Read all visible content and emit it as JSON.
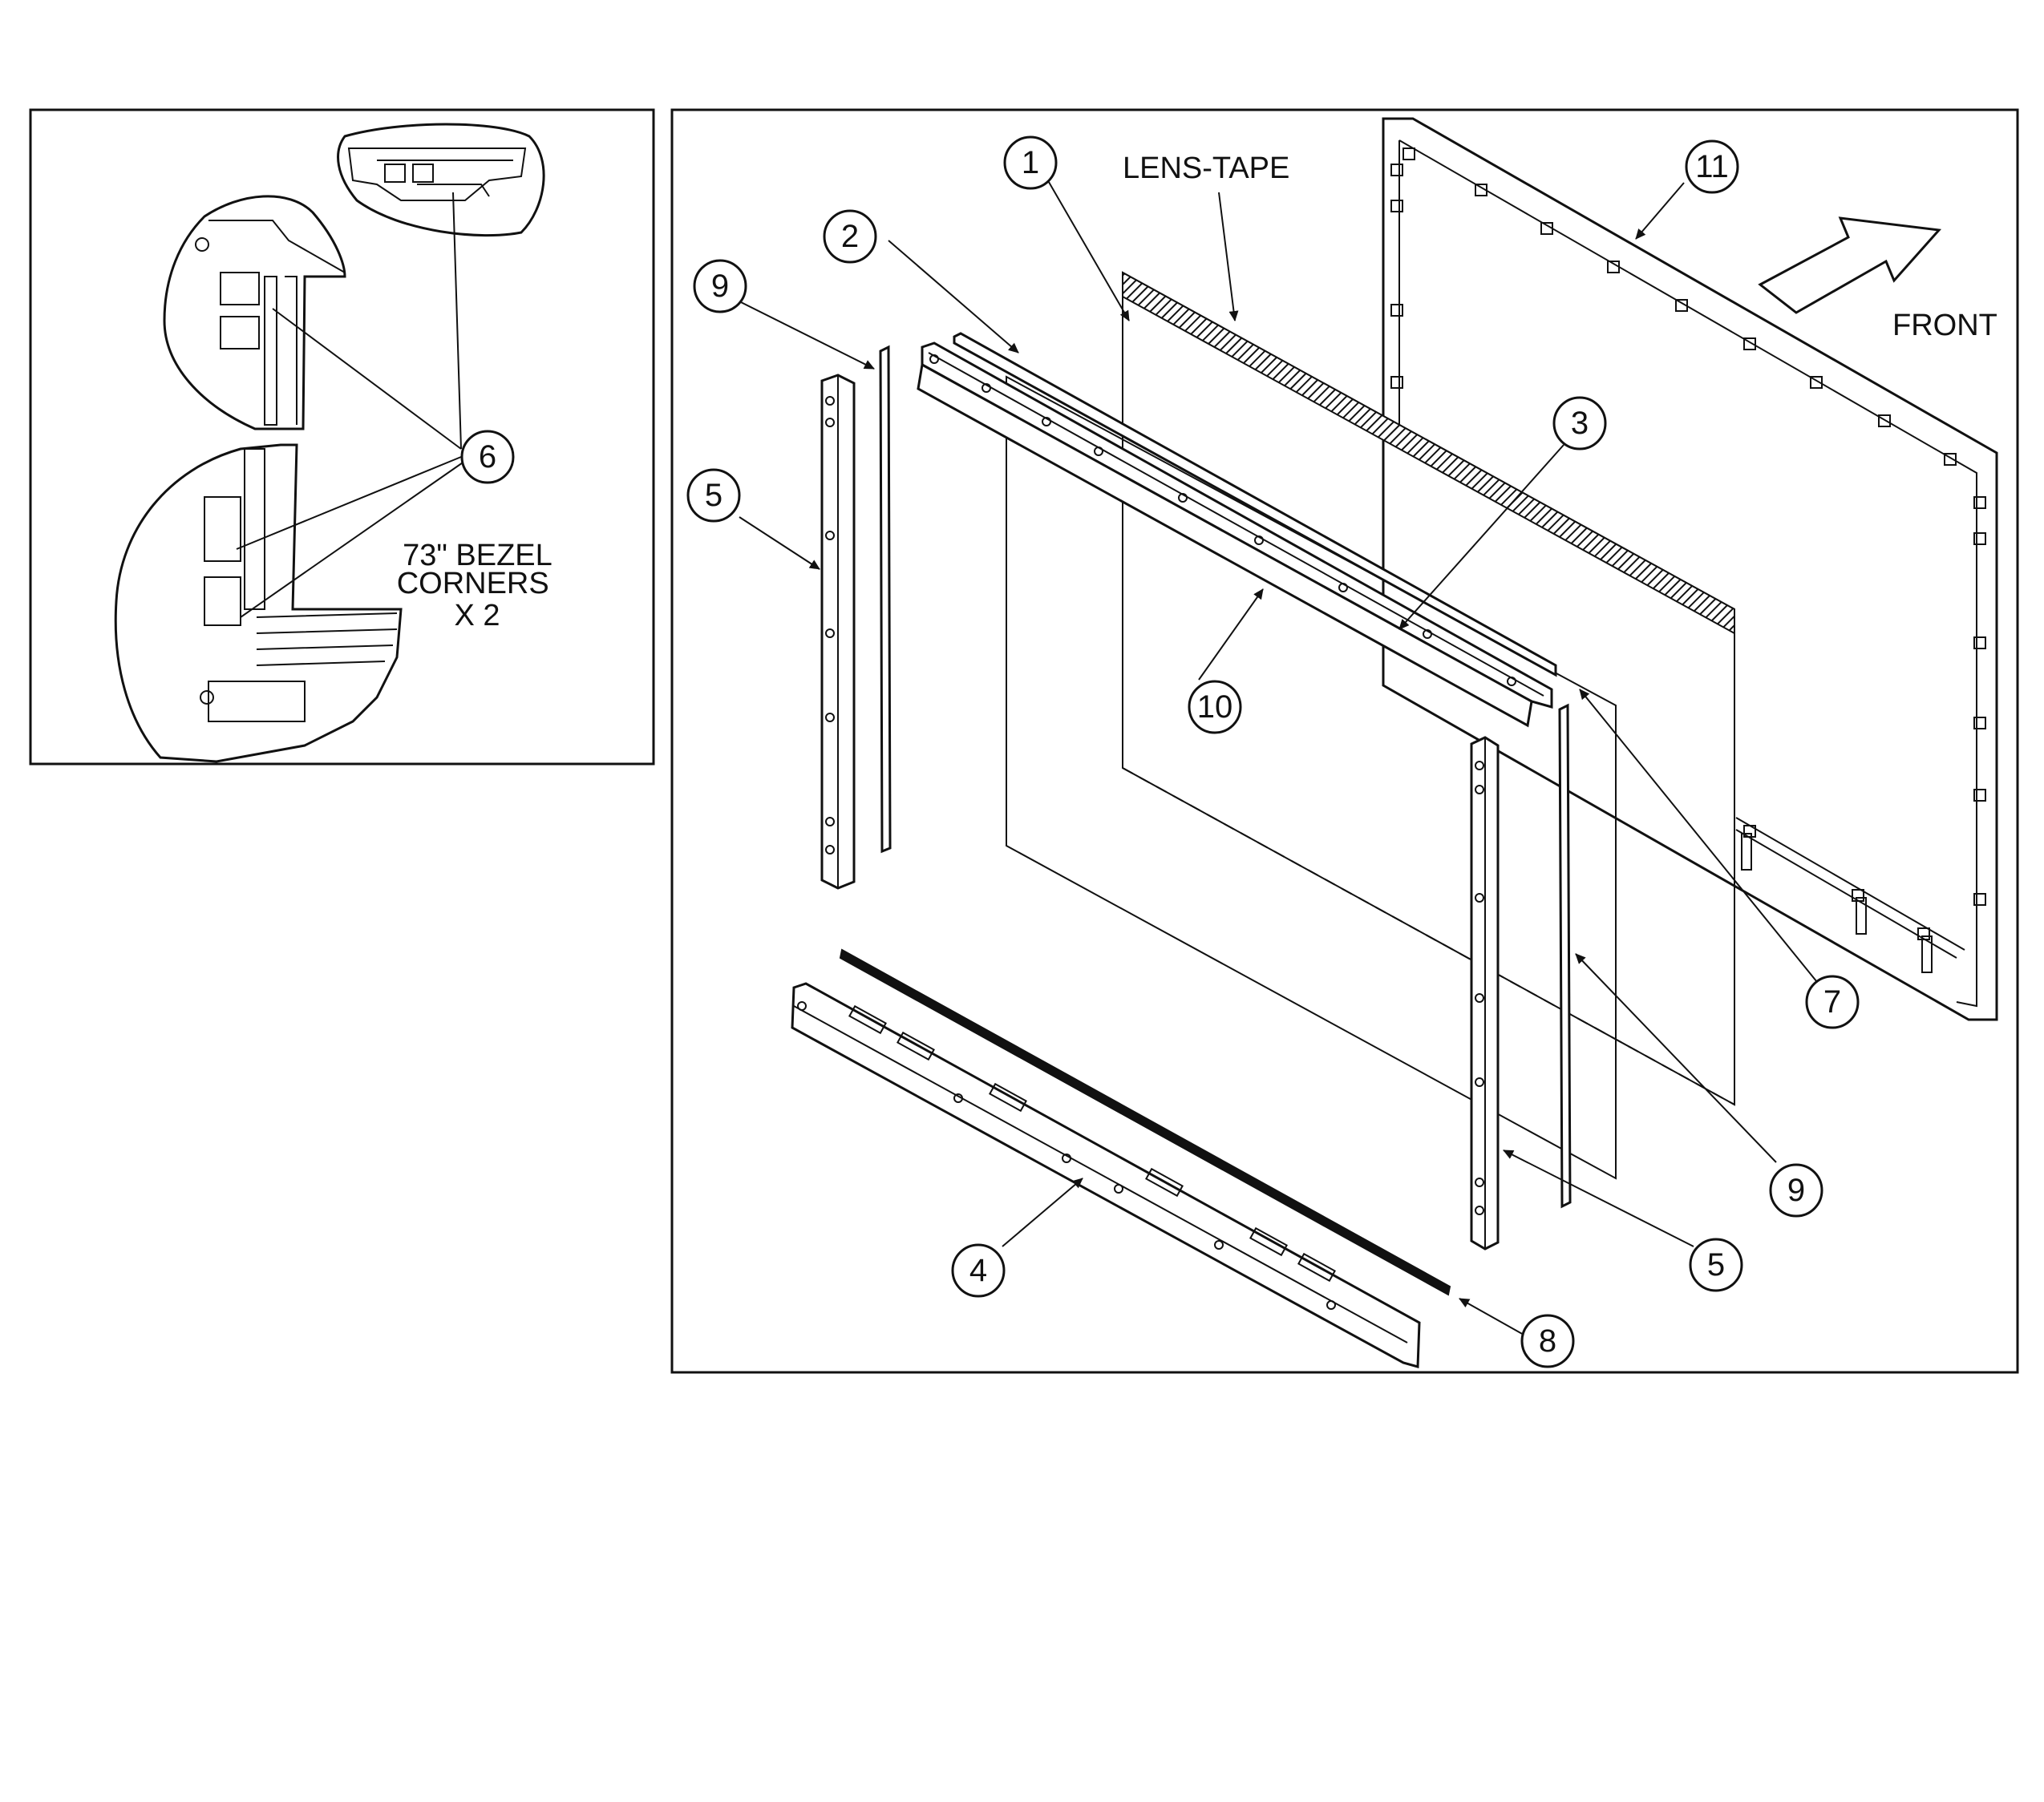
{
  "inset": {
    "note_lines": [
      "73\" BEZEL",
      "CORNERS",
      "X 2"
    ]
  },
  "main": {
    "lens_tape_label": "LENS-TAPE",
    "front_label": "FRONT"
  },
  "callouts": [
    {
      "id": "c1",
      "number": "1"
    },
    {
      "id": "c2",
      "number": "2"
    },
    {
      "id": "c3",
      "number": "3"
    },
    {
      "id": "c4",
      "number": "4"
    },
    {
      "id": "c5a",
      "number": "5"
    },
    {
      "id": "c5b",
      "number": "5"
    },
    {
      "id": "c6",
      "number": "6"
    },
    {
      "id": "c7",
      "number": "7"
    },
    {
      "id": "c8",
      "number": "8"
    },
    {
      "id": "c9a",
      "number": "9"
    },
    {
      "id": "c9b",
      "number": "9"
    },
    {
      "id": "c10",
      "number": "10"
    },
    {
      "id": "c11",
      "number": "11"
    }
  ]
}
